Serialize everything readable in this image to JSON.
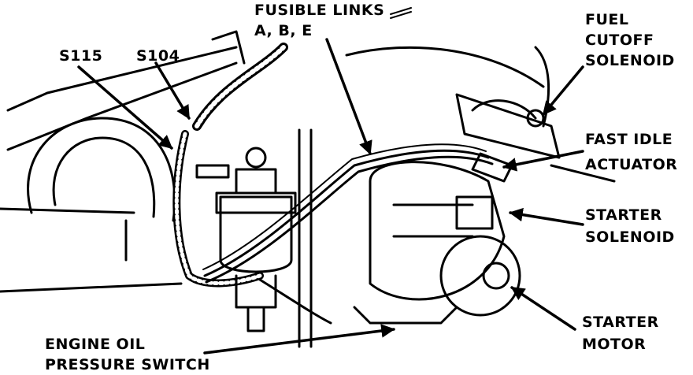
{
  "labels": {
    "fusible_links": "FUSIBLE LINKS",
    "fusible_links_sub": "A, B, E",
    "s115": "S115",
    "s104": "S104",
    "fuel_cutoff_1": "FUEL",
    "fuel_cutoff_2": "CUTOFF",
    "fuel_cutoff_3": "SOLENOID",
    "fast_idle_1": "FAST IDLE",
    "fast_idle_2": "ACTUATOR",
    "starter_solenoid_1": "STARTER",
    "starter_solenoid_2": "SOLENOID",
    "starter_motor_1": "STARTER",
    "starter_motor_2": "MOTOR",
    "oil_switch_1": "ENGINE OIL",
    "oil_switch_2": "PRESSURE SWITCH"
  },
  "colors": {
    "ink": "#000000",
    "background": "#ffffff"
  }
}
